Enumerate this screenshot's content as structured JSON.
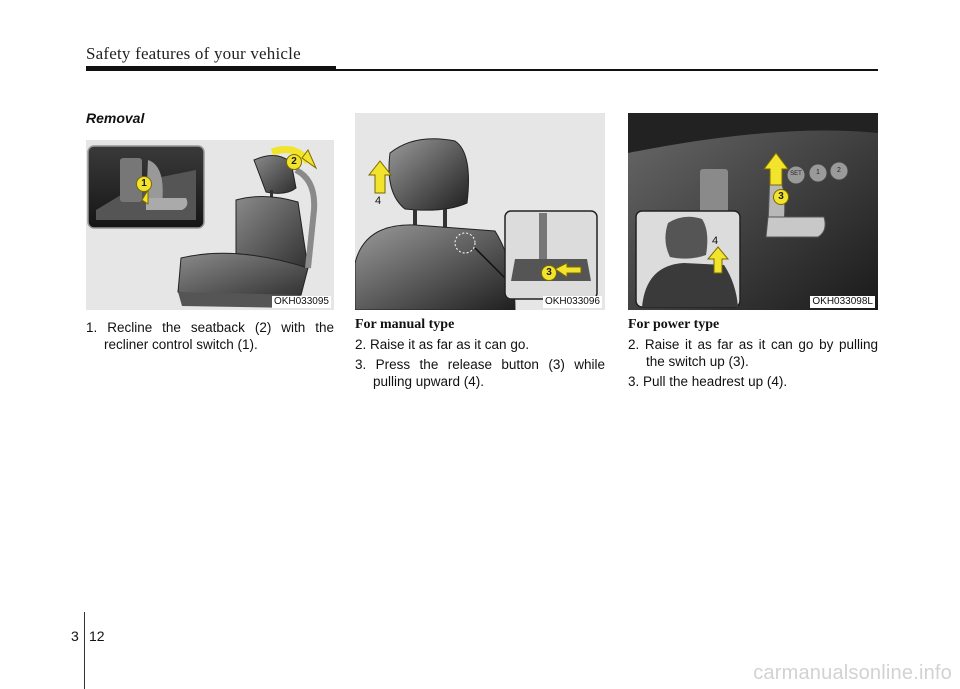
{
  "header": {
    "title": "Safety features of your vehicle"
  },
  "section": {
    "title": "Removal"
  },
  "figures": [
    {
      "code": "OKH033095",
      "callouts": [
        "1",
        "2"
      ]
    },
    {
      "code": "OKH033096",
      "callouts": [
        "4",
        "3"
      ]
    },
    {
      "code": "OKH033098L",
      "callouts": [
        "3",
        "4"
      ],
      "buttons": [
        "SET",
        "1",
        "2"
      ]
    }
  ],
  "columns": {
    "left": {
      "steps": [
        "1. Recline the seatback (2) with the recliner control switch (1)."
      ]
    },
    "middle": {
      "subtitle": "For manual type",
      "steps": [
        "2. Raise it as far as it can go.",
        "3. Press the release button (3) while pulling upward (4)."
      ]
    },
    "right": {
      "subtitle": "For power type",
      "steps": [
        "2. Raise it as far as it can go by pulling the switch up (3).",
        "3. Pull the headrest up (4)."
      ]
    }
  },
  "footer": {
    "chapter": "3",
    "page": "12"
  },
  "watermark": "carmanualsonline.info",
  "colors": {
    "callout_yellow": "#f2e32c",
    "callout_outline": "#7a6a00"
  }
}
